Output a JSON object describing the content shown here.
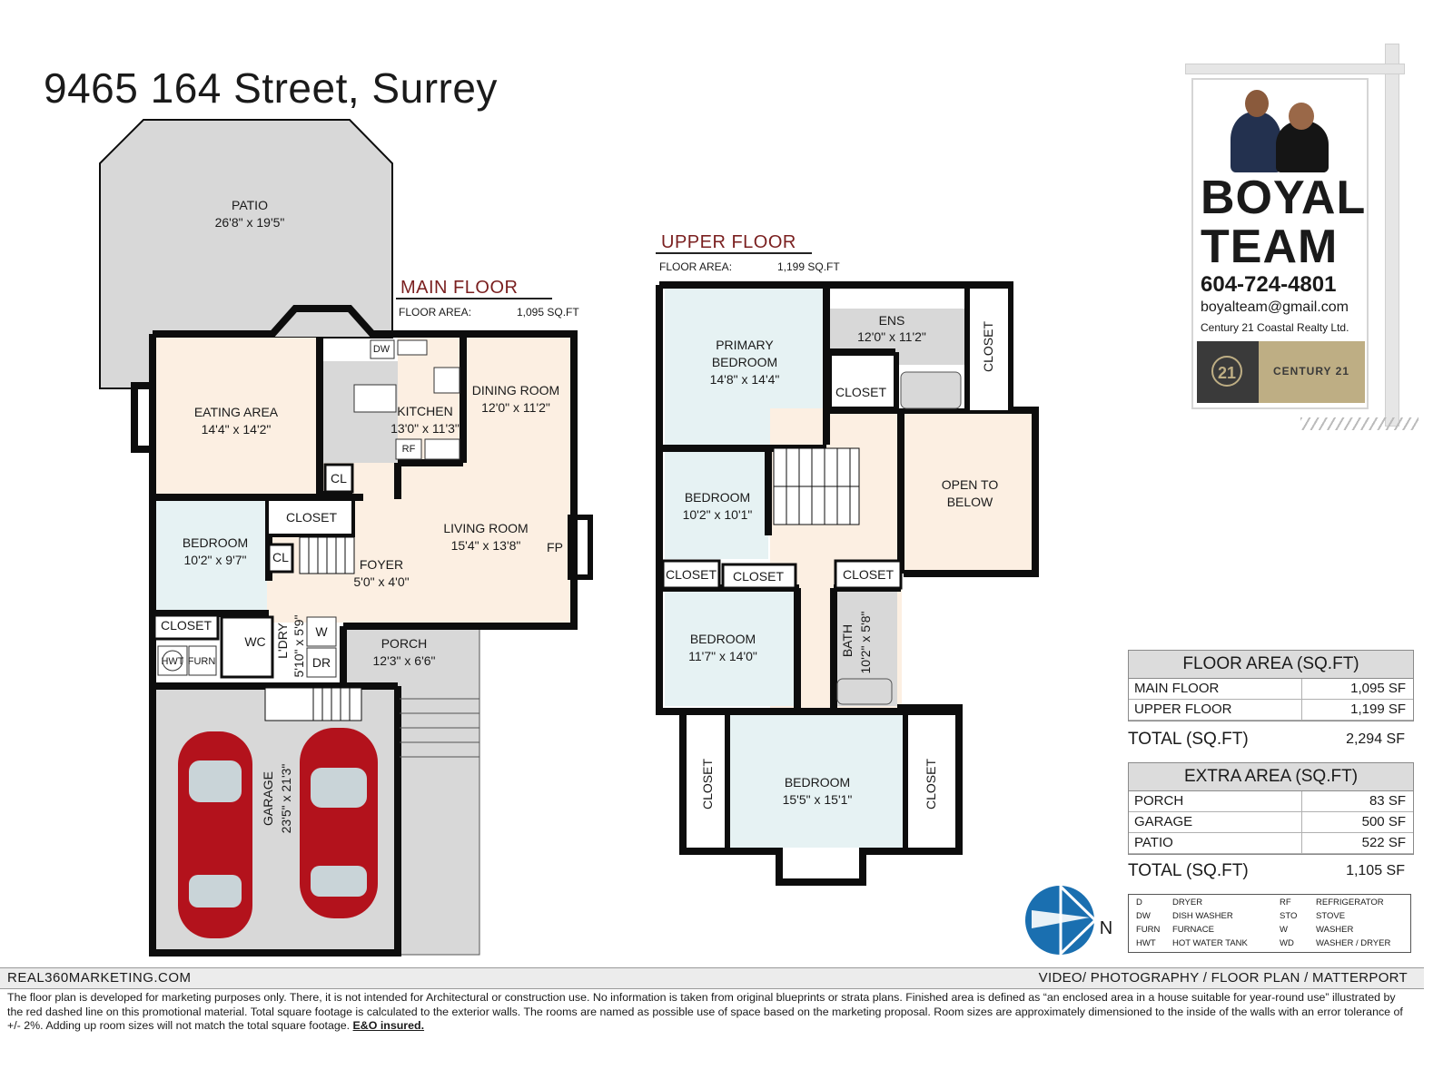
{
  "address": "9465 164 Street, Surrey",
  "main_floor": {
    "title": "MAIN FLOOR",
    "area_label": "FLOOR AREA:",
    "area_value": "1,095 SQ.FT"
  },
  "upper_floor": {
    "title": "UPPER FLOOR",
    "area_label": "FLOOR AREA:",
    "area_value": "1,199 SQ.FT"
  },
  "rooms_main": {
    "patio": {
      "name": "PATIO",
      "dims": "26'8\" x 19'5\""
    },
    "eating": {
      "name": "EATING AREA",
      "dims": "14'4\" x 14'2\""
    },
    "kitchen": {
      "name": "KITCHEN",
      "dims": "13'0\" x 11'3\""
    },
    "dining": {
      "name": "DINING ROOM",
      "dims": "12'0\" x 11'2\""
    },
    "living": {
      "name": "LIVING ROOM",
      "dims": "15'4\" x 13'8\""
    },
    "bedroom": {
      "name": "BEDROOM",
      "dims": "10'2\" x 9'7\""
    },
    "foyer": {
      "name": "FOYER",
      "dims": "5'0\" x 4'0\""
    },
    "porch": {
      "name": "PORCH",
      "dims": "12'3\" x 6'6\""
    },
    "laundry": {
      "name": "L'DRY",
      "dims": "5'10\" x 5'9\""
    },
    "garage": {
      "name": "GARAGE",
      "dims": "23'5\" x 21'3\""
    },
    "closet": "CLOSET",
    "cl": "CL",
    "wc": "WC",
    "fp": "FP",
    "dw": "DW",
    "rf": "RF",
    "w": "W",
    "dr": "DR",
    "hwt": "HWT",
    "furn": "FURN"
  },
  "rooms_upper": {
    "primary": {
      "name1": "PRIMARY",
      "name2": "BEDROOM",
      "dims": "14'8\" x 14'4\""
    },
    "ens": {
      "name": "ENS",
      "dims": "12'0\" x 11'2\""
    },
    "bed2": {
      "name": "BEDROOM",
      "dims": "10'2\" x 10'1\""
    },
    "bed3": {
      "name": "BEDROOM",
      "dims": "11'7\" x 14'0\""
    },
    "bed4": {
      "name": "BEDROOM",
      "dims": "15'5\" x 15'1\""
    },
    "open": {
      "name1": "OPEN TO",
      "name2": "BELOW"
    },
    "bath": {
      "name": "BATH",
      "dims": "10'2\" x 5'8\""
    },
    "closet": "CLOSET"
  },
  "sign": {
    "brand_line1": "BOYAL",
    "brand_line2": "TEAM",
    "phone": "604-724-4801",
    "email": "boyalteam@gmail.com",
    "brokerage": "Century 21 Coastal Realty Ltd.",
    "logo_number": "21",
    "logo_word": "CENTURY 21"
  },
  "floor_area_table": {
    "header": "FLOOR AREA (SQ.FT)",
    "rows": [
      {
        "label": "MAIN FLOOR",
        "value": "1,095 SF"
      },
      {
        "label": "UPPER FLOOR",
        "value": "1,199 SF"
      }
    ],
    "total_label": "TOTAL (SQ.FT)",
    "total_value": "2,294 SF"
  },
  "extra_area_table": {
    "header": "EXTRA AREA (SQ.FT)",
    "rows": [
      {
        "label": "PORCH",
        "value": "83 SF"
      },
      {
        "label": "GARAGE",
        "value": "500 SF"
      },
      {
        "label": "PATIO",
        "value": "522 SF"
      }
    ],
    "total_label": "TOTAL (SQ.FT)",
    "total_value": "1,105 SF"
  },
  "legend": [
    {
      "code": "D",
      "meaning": "DRYER"
    },
    {
      "code": "RF",
      "meaning": "REFRIGERATOR"
    },
    {
      "code": "DW",
      "meaning": "DISH WASHER"
    },
    {
      "code": "STO",
      "meaning": "STOVE"
    },
    {
      "code": "FURN",
      "meaning": "FURNACE"
    },
    {
      "code": "W",
      "meaning": "WASHER"
    },
    {
      "code": "HWT",
      "meaning": "HOT WATER TANK"
    },
    {
      "code": "WD",
      "meaning": "WASHER / DRYER"
    }
  ],
  "compass_label": "N",
  "footer": {
    "left": "REAL360MARKETING.COM",
    "right": "VIDEO/ PHOTOGRAPHY / FLOOR PLAN / MATTERPORT",
    "disclaimer": "The floor plan is developed for marketing purposes only. There, it is not intended for Architectural or construction use. No information is  taken from original blueprints or strata plans. Finished area is defined as  “an enclosed area in a house suitable for year-round use” illustrated by the red dashed line on this promotional material. Total square footage is calculated to the exterior walls. The rooms are named as possible use of space based on the marketing proposal. Room sizes are approximately dimensioned to the inside of the walls with an error tolerance of +/- 2%. Adding up room sizes will not match the total square footage.",
    "eo": "E&O insured."
  },
  "colors": {
    "wall": "#0d0d0d",
    "beige": "#fcefe2",
    "blue": "#e6f2f3",
    "grey": "#d8d8d8",
    "title_red": "#7a1f1f",
    "car": "#b3121c",
    "compass": "#1a6fb0"
  }
}
